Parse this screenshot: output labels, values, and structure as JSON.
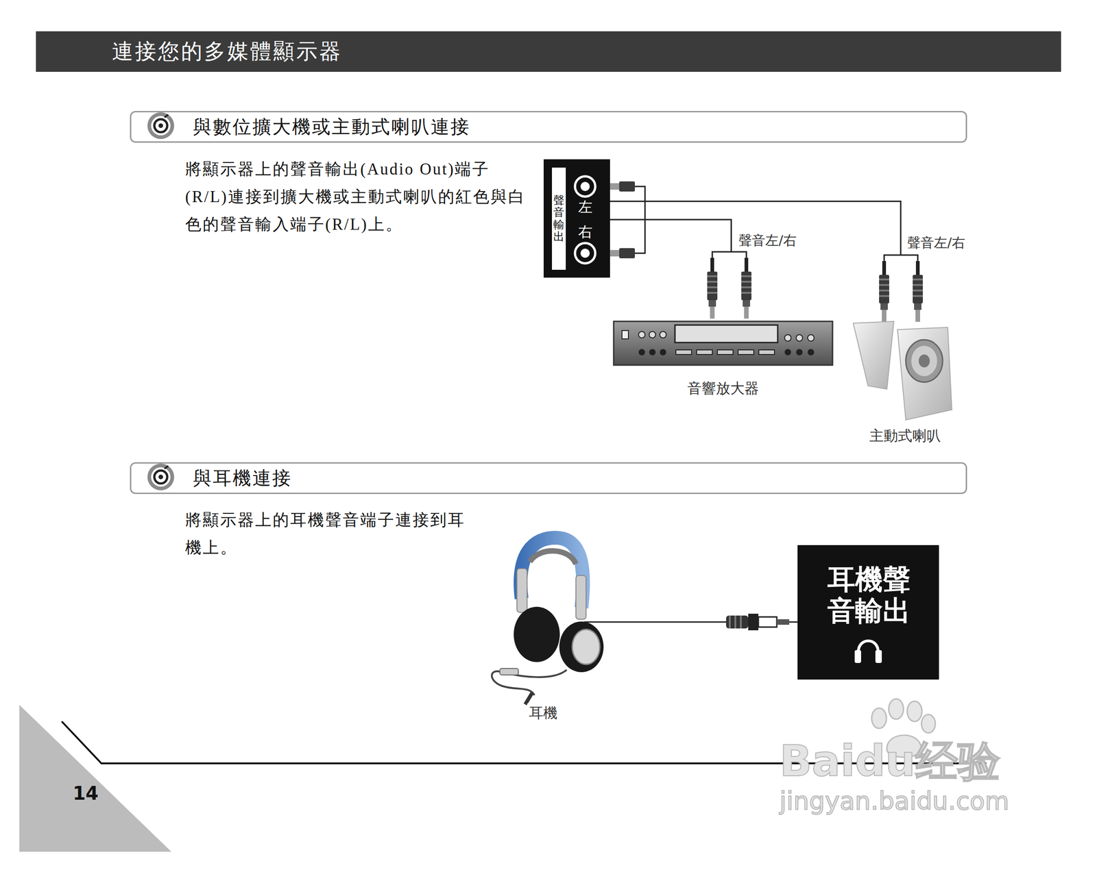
{
  "diagram": {
    "title": "連接您的多媒體顯示器",
    "nodes": [
      {
        "text": [
          "與數位擴大機或主動式喇叭連接"
        ]
      },
      {
        "text": [
          "聲音輸出",
          "左",
          "右"
        ]
      },
      {
        "text": [
          "音響放大器"
        ]
      },
      {
        "text": [
          "主動式喇叭"
        ]
      },
      {
        "text": [
          "與耳機連接"
        ]
      },
      {
        "text": [
          "耳機"
        ]
      },
      {
        "text": [
          "耳機聲音輸出"
        ]
      }
    ],
    "edges": [
      {
        "from": 1,
        "to": 2,
        "arrow": "none",
        "label": "聲音左/右"
      },
      {
        "from": 1,
        "to": 3,
        "arrow": "none",
        "label": "聲音左/右"
      },
      {
        "from": 5,
        "to": 6,
        "arrow": "none"
      }
    ],
    "labels": [
      "將顯示器上的聲音輸出(Audio Out)端子(R/L)連接到擴大機或主動式喇叭的紅色與白色的聲音輸入端子(R/L)上。",
      "將顯示器上的耳機聲音端子連接到耳機上。",
      "14",
      "Baidu经验",
      "jingyan.baidu.com"
    ]
  }
}
